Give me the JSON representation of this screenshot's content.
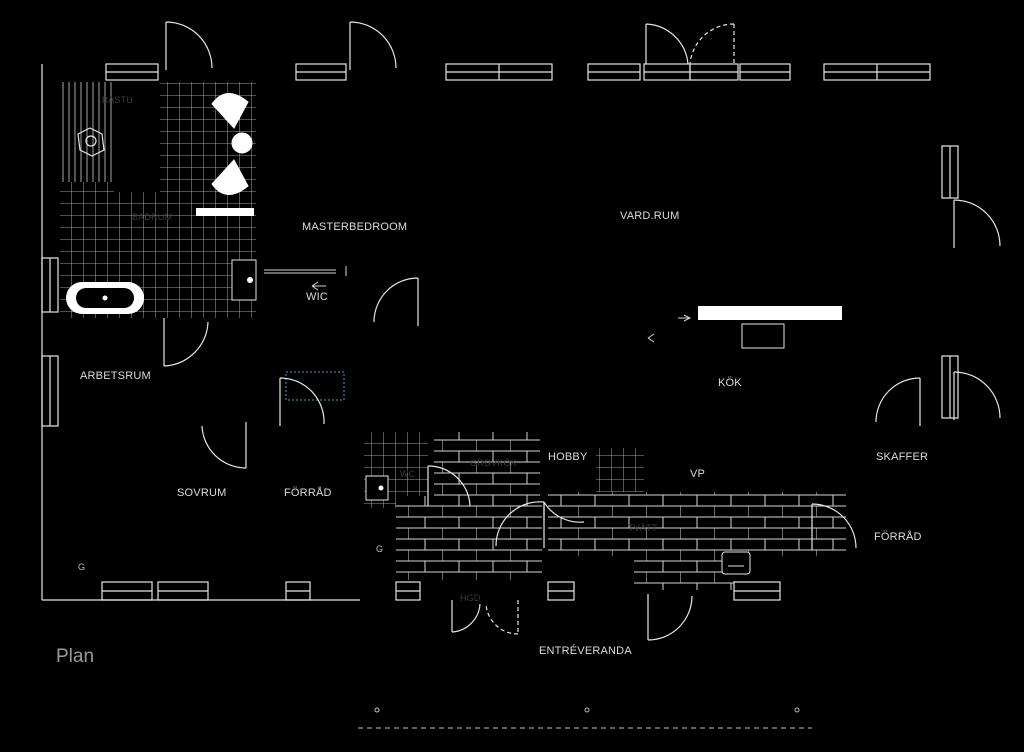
{
  "plan": {
    "title": "Plan",
    "rooms": {
      "masterbedroom": "MASTERBEDROOM",
      "vardrum": "VARD.RUM",
      "kok": "KÖK",
      "arbetsrum": "ARBETSRUM",
      "sovrum": "SOVRUM",
      "forrad_left": "FÖRRÅD",
      "hobby": "HOBBY",
      "skaffer": "SKAFFER",
      "forrad_right": "FÖRRÅD",
      "entreveranda": "ENTRÉVERANDA",
      "wic": "WIC",
      "vp": "VP"
    },
    "faded_labels": {
      "bastu": "BASTU",
      "badrum": "BADRUM",
      "grovkok": "GROVKÖK",
      "tvatt": "TVÄTT",
      "g_left": "G",
      "g_mid": "G",
      "wc": "WC",
      "hgd": "HGD"
    }
  }
}
